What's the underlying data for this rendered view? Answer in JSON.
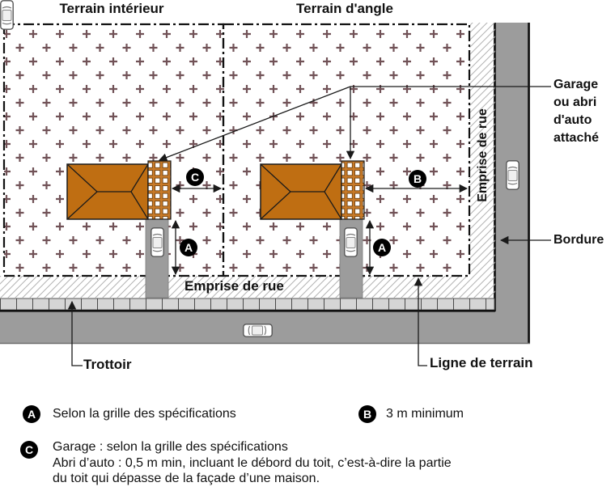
{
  "diagram": {
    "titles": {
      "left_lot": "Terrain intérieur",
      "right_lot": "Terrain d'angle"
    },
    "labels": {
      "garage_callout_lines": [
        "Garage",
        "ou abri",
        "d'auto",
        "attaché"
      ],
      "bordure": "Bordure",
      "emprise_vertical": "Emprise de rue",
      "emprise_horizontal": "Emprise de rue",
      "trottoir": "Trottoir",
      "ligne_de_terrain": "Ligne de terrain"
    },
    "markers": {
      "a": "A",
      "b": "B",
      "c": "C"
    },
    "colors": {
      "house": "#bf6e12",
      "garage_grid": "#c87a28",
      "road": "#9c9c9c",
      "sidewalk": "#d5d5d5",
      "plus_pattern": "#715257",
      "line": "#1a1a1a"
    }
  },
  "legend": {
    "items": [
      {
        "marker": "A",
        "text": "Selon la grille des spécifications"
      },
      {
        "marker": "B",
        "text": "3 m minimum"
      },
      {
        "marker": "C",
        "lines": [
          "Garage : selon la grille des spécifications",
          "Abri d’auto : 0,5 m min, incluant le débord du toit, c’est-à-dire la partie",
          "du toit qui dépasse de la façade d’une maison."
        ]
      }
    ]
  }
}
